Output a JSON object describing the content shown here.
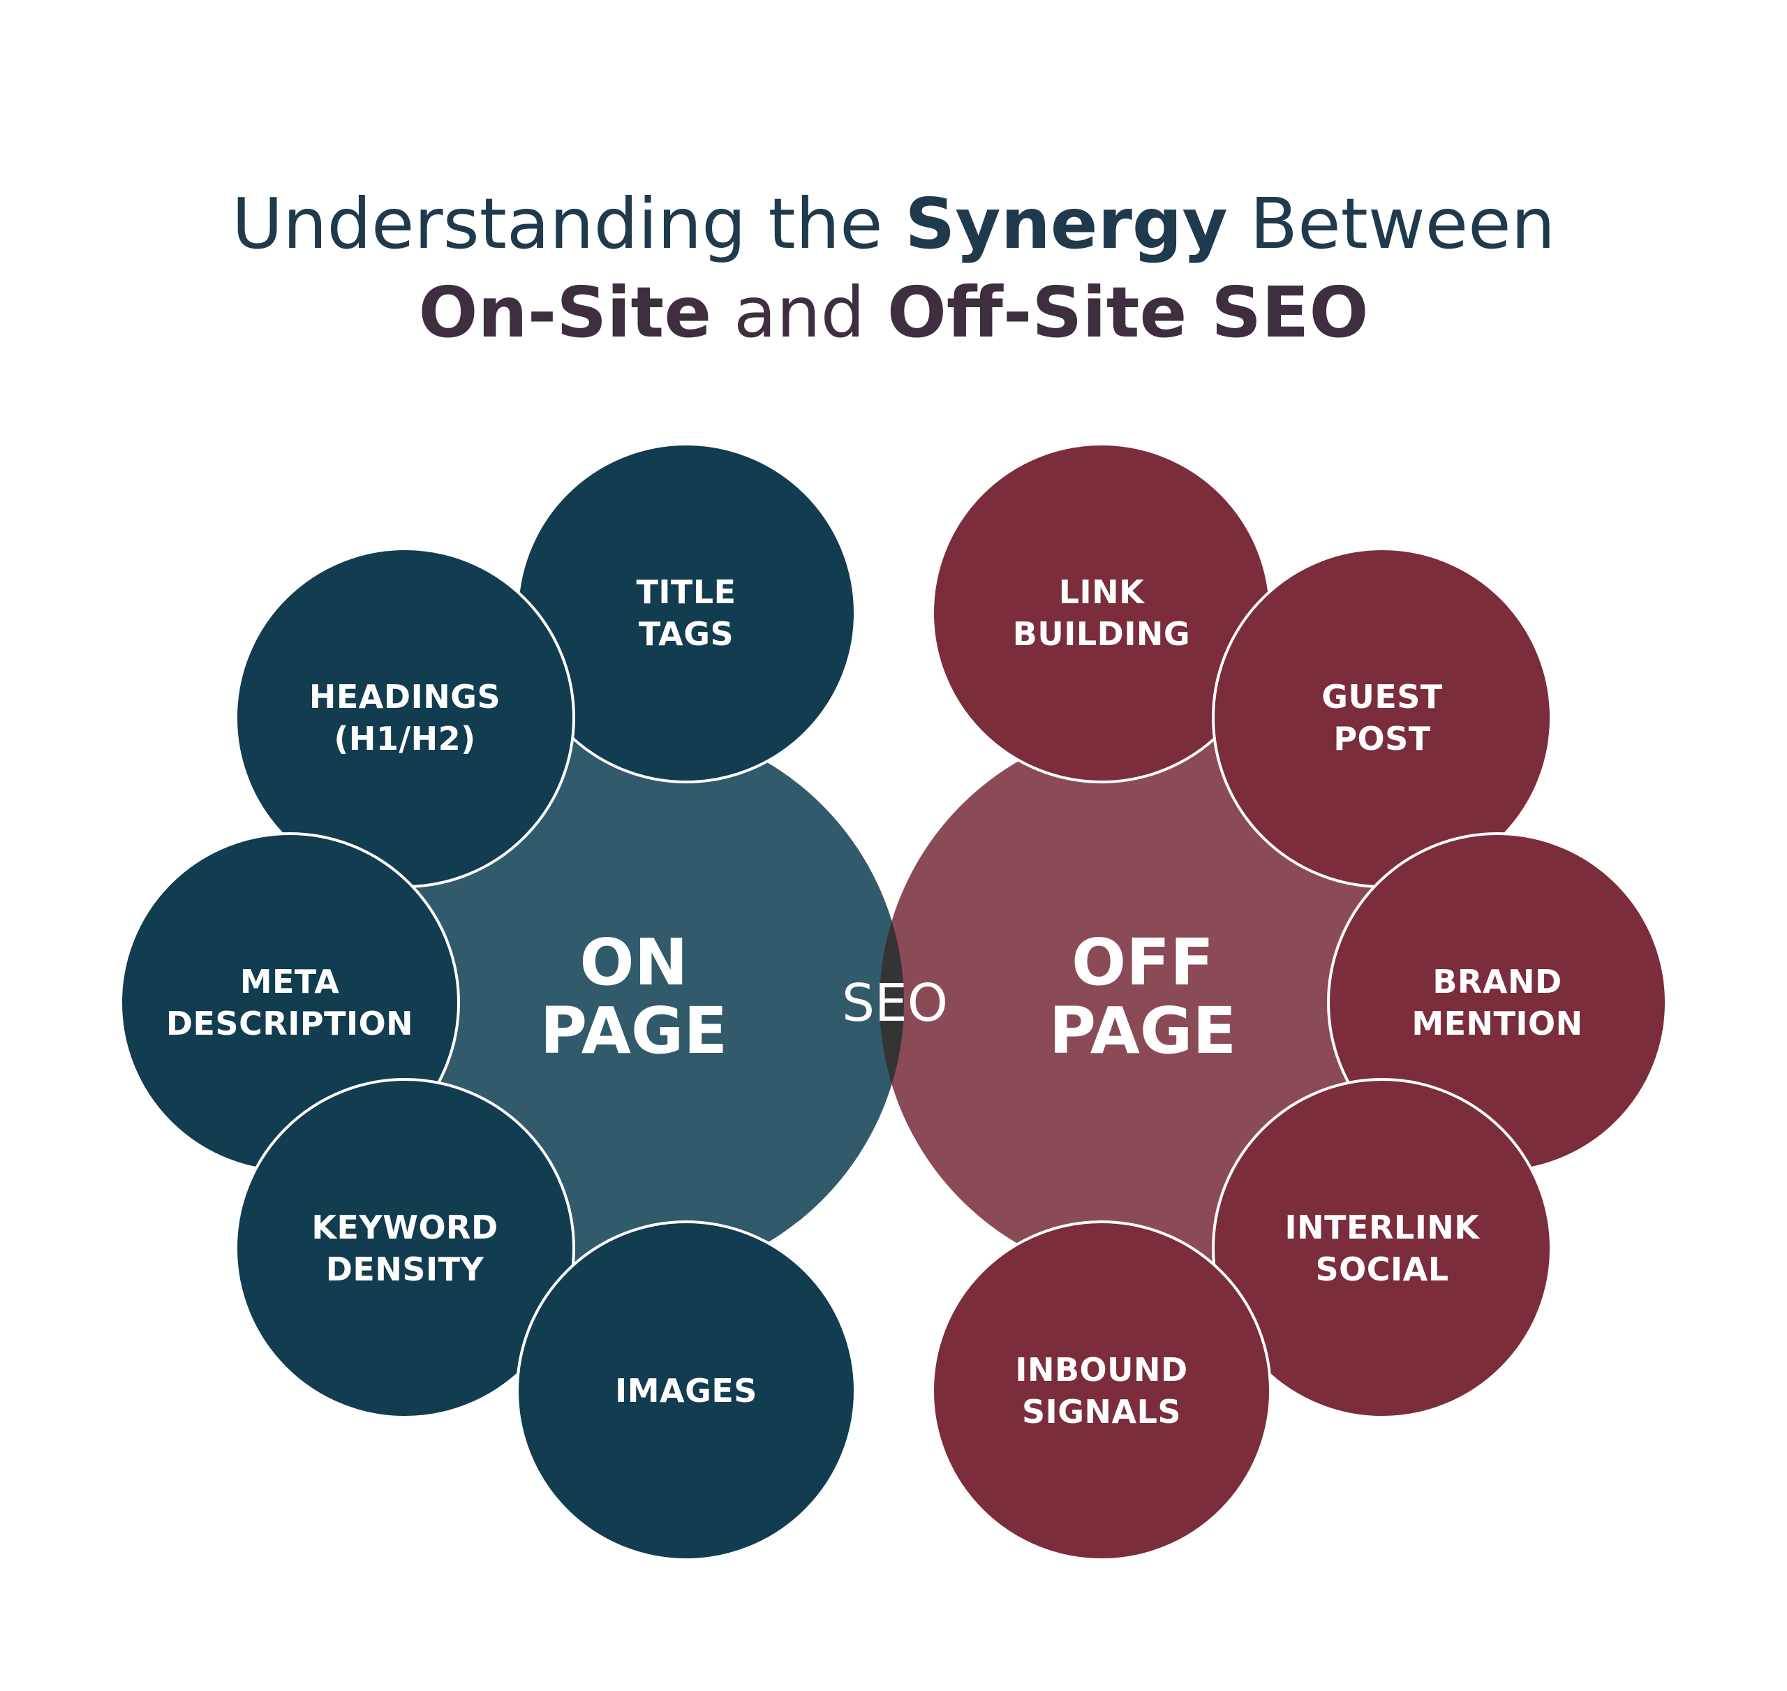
{
  "title": {
    "line1": {
      "pre": "Understanding the ",
      "strong": "Synergy",
      "post": " Between"
    },
    "line2": {
      "strong1": "On-Site",
      "mid": " and ",
      "strong2": "Off-Site SEO"
    }
  },
  "hubs": {
    "on_page": {
      "line1": "ON",
      "line2": "PAGE"
    },
    "off_page": {
      "line1": "OFF",
      "line2": "PAGE"
    },
    "overlap": "SEO"
  },
  "on_page_nodes": [
    {
      "lines": [
        "TITLE",
        "TAGS"
      ]
    },
    {
      "lines": [
        "HEADINGS",
        "(H1/H2)"
      ]
    },
    {
      "lines": [
        "META",
        "DESCRIPTION"
      ]
    },
    {
      "lines": [
        "KEYWORD",
        "DENSITY"
      ]
    },
    {
      "lines": [
        "IMAGES"
      ]
    }
  ],
  "off_page_nodes": [
    {
      "lines": [
        "LINK",
        "BUILDING"
      ]
    },
    {
      "lines": [
        "GUEST",
        "POST"
      ]
    },
    {
      "lines": [
        "BRAND",
        "MENTION"
      ]
    },
    {
      "lines": [
        "INTERLINK",
        "SOCIAL"
      ]
    },
    {
      "lines": [
        "INBOUND",
        "SIGNALS"
      ]
    }
  ],
  "colors": {
    "on_node": "#123c4f",
    "on_hub": "#315a6b",
    "off_node": "#7b2d3b",
    "off_hub": "#8b4b56",
    "overlap": "#343434",
    "title_blue": "#1f3a4c",
    "title_maroon": "#3e2e3f"
  }
}
